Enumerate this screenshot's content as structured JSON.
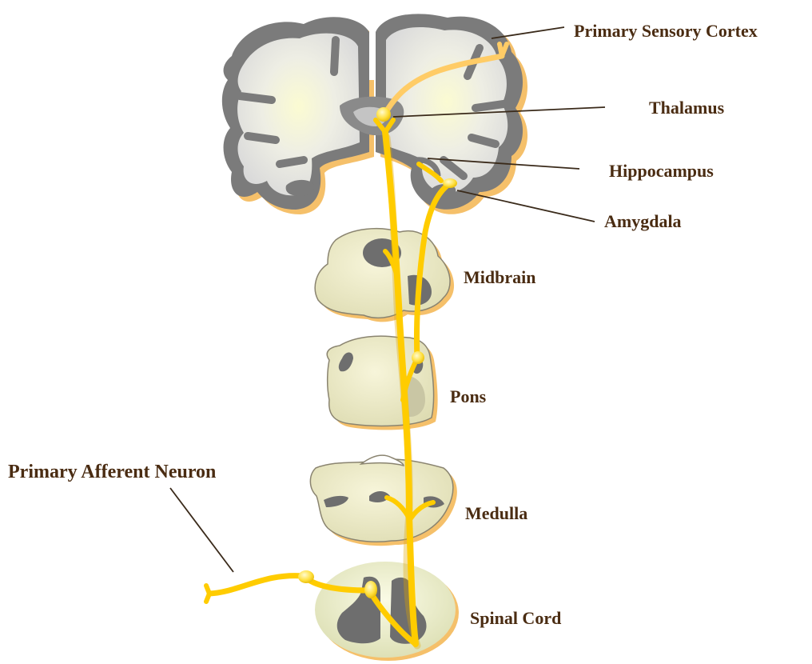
{
  "labels": {
    "primary_sensory_cortex": "Primary Sensory Cortex",
    "thalamus": "Thalamus",
    "hippocampus": "Hippocampus",
    "amygdala": "Amygdala",
    "midbrain": "Midbrain",
    "pons": "Pons",
    "primary_afferent_neuron": "Primary Afferent Neuron",
    "medulla": "Medulla",
    "spinal_cord": "Spinal Cord"
  },
  "colors": {
    "pathway": "#ffcc00",
    "tissue": "#e6e3c0",
    "cortex_gray": "#7a7a7a",
    "shadow": "#f5c06a",
    "label_text": "#4a2c12",
    "leader_line": "#3a2a1a"
  }
}
